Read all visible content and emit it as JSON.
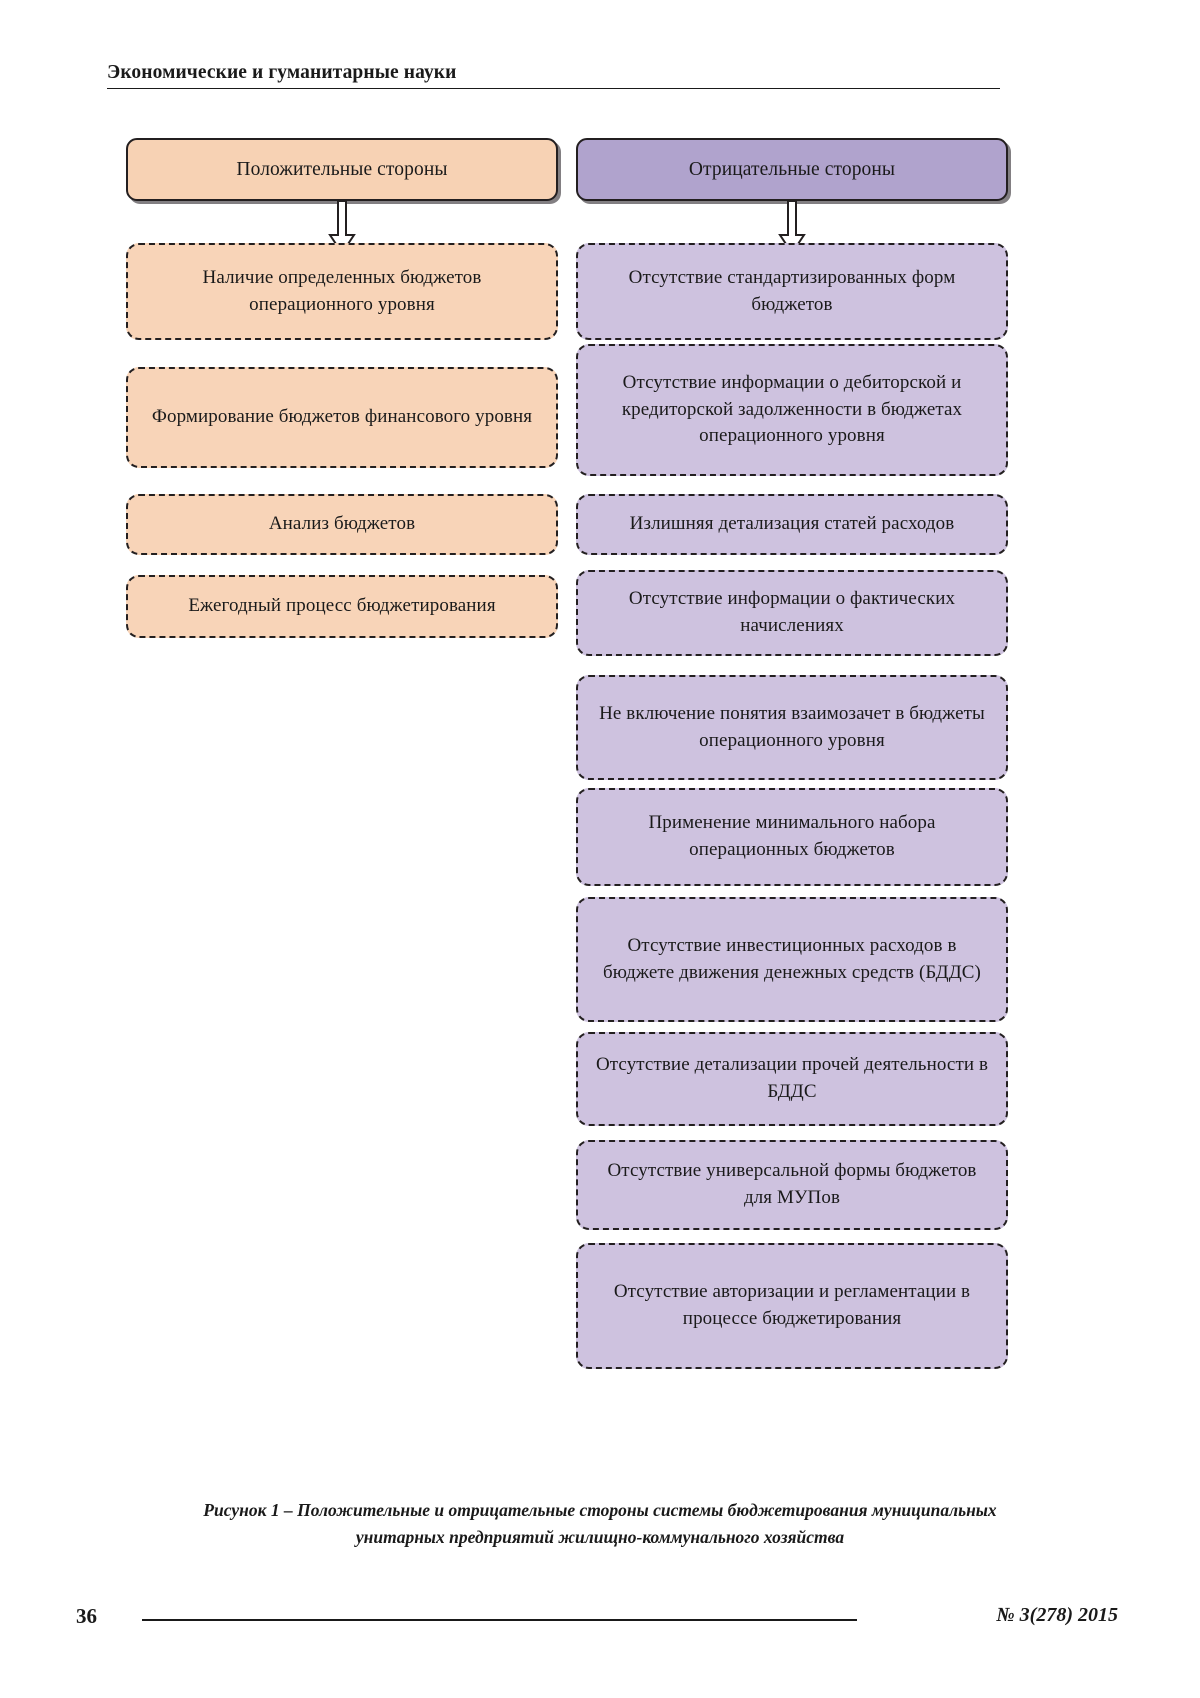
{
  "page": {
    "running_head": "Экономические и гуманитарные науки",
    "page_number": "36",
    "issue": "№ 3(278) 2015"
  },
  "figure": {
    "caption_line1": "Рисунок 1 – Положительные и отрицательные стороны системы бюджетирования муниципальных",
    "caption_line2": "унитарных предприятий жилищно-коммунального хозяйства",
    "colors": {
      "peach_header": "#f7d2b4",
      "peach_item": "#f8d4b8",
      "purple_header": "#b0a3cd",
      "purple_item": "#cec2df",
      "outline": "#231f20"
    },
    "columns": [
      {
        "id": "positive",
        "header": "Положительные стороны",
        "items": [
          "Наличие определенных бюджетов операционного уровня",
          "Формирование бюджетов финансового уровня",
          "Анализ бюджетов",
          "Ежегодный процесс бюджетирования"
        ]
      },
      {
        "id": "negative",
        "header": "Отрицательные стороны",
        "items": [
          "Отсутствие стандартизированных форм бюджетов",
          "Отсутствие информации о дебиторской и кредиторской задолженности в бюджетах операционного уровня",
          "Излишняя детализация статей расходов",
          "Отсутствие информации о фактических начислениях",
          "Не включение понятия взаимозачет в бюджеты операционного уровня",
          "Применение минимального набора операционных бюджетов",
          "Отсутствие инвестиционных расходов в бюджете движения денежных средств (БДДС)",
          "Отсутствие детализации прочей деятельности в БДДС",
          "Отсутствие универсальной формы бюджетов для МУПов",
          "Отсутствие авторизации и регламентации в процессе бюджетирования"
        ]
      }
    ]
  }
}
